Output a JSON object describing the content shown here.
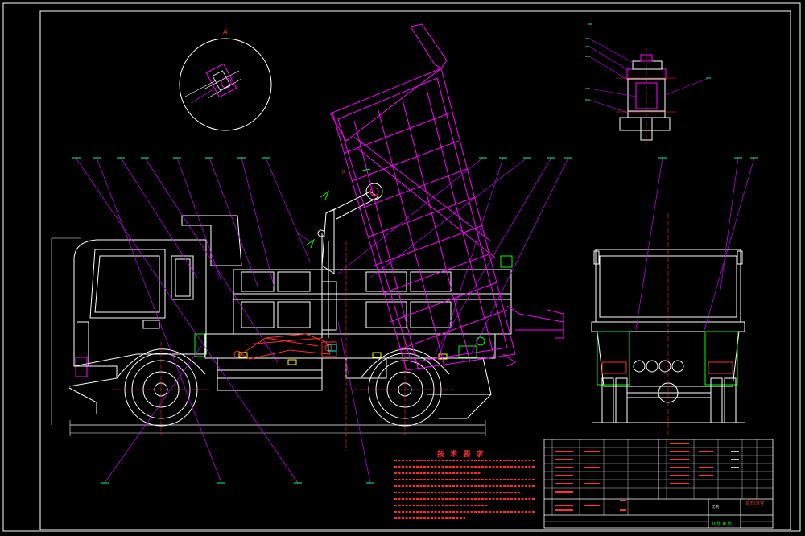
{
  "colors": {
    "background": "#000000",
    "frame": "#ffffff",
    "body": "#ffffff",
    "tipper": "#ff00ff",
    "leaders": "#cc00ff",
    "hydraulic": "#ff2a2a",
    "balloon": "#00ff7f",
    "notes": "#ff2a2a",
    "green_parts": "#00ff00",
    "yellow_parts": "#ffff00",
    "cyan_parts": "#00ffff"
  },
  "detail_view": {
    "label": "A"
  },
  "technical_notes": {
    "title": "技 术 要 求"
  },
  "title_block": {
    "drawing_title": "自卸汽车",
    "scale_label": "比例",
    "sheet_label": "共 张 第 张"
  }
}
